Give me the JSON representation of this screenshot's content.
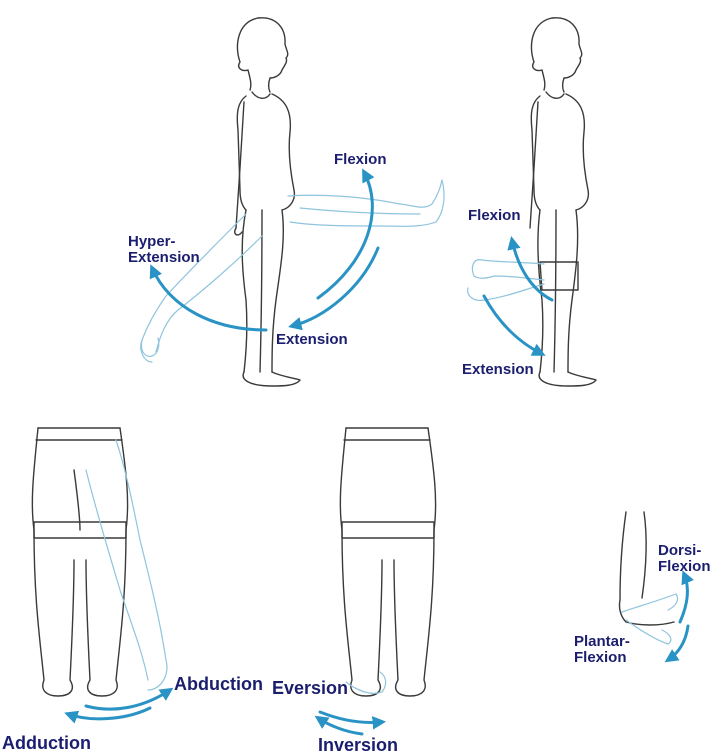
{
  "labels": {
    "hip_flexion": "Flexion",
    "hip_hyper_extension_1": "Hyper-",
    "hip_hyper_extension_2": "Extension",
    "hip_extension": "Extension",
    "knee_flexion": "Flexion",
    "knee_extension": "Extension",
    "abduction": "Abduction",
    "adduction": "Adduction",
    "eversion": "Eversion",
    "inversion": "Inversion",
    "dorsi_1": "Dorsi-",
    "dorsi_2": "Flexion",
    "plantar_1": "Plantar-",
    "plantar_2": "Flexion"
  },
  "colors": {
    "label_text": "#1b1e6e",
    "arrow": "#2a93c5",
    "figure_outline": "#3a3a3a",
    "ghost_limb": "#8fc4dd",
    "background": "#ffffff"
  }
}
